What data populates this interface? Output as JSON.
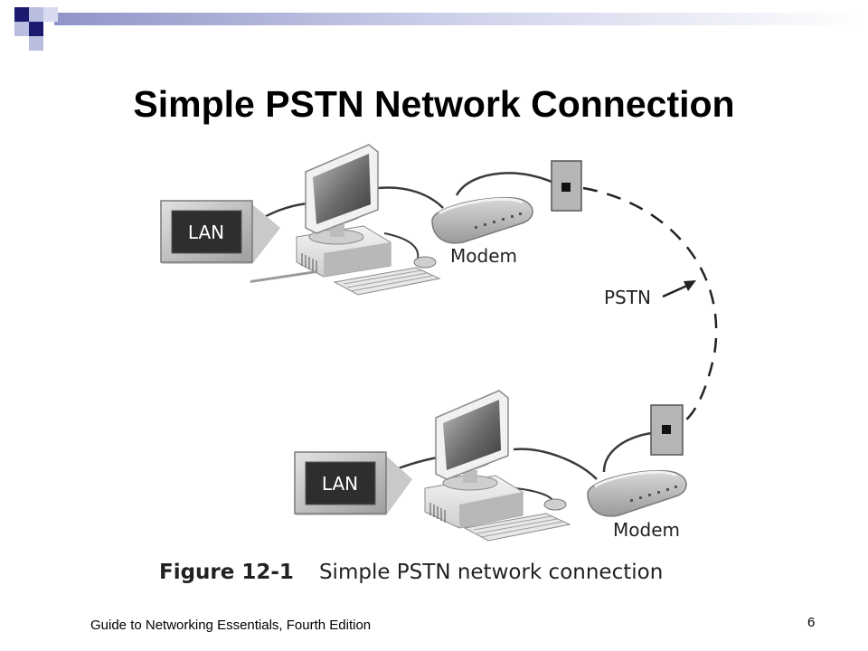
{
  "slide": {
    "title": "Simple PSTN Network Connection",
    "footer_left": "Guide to Networking Essentials, Fourth Edition",
    "page_number": "6"
  },
  "figure": {
    "number": "Figure 12-1",
    "caption": "Simple PSTN network connection",
    "labels": {
      "lan_top": "LAN",
      "lan_bottom": "LAN",
      "modem_top": "Modem",
      "modem_bottom": "Modem",
      "pstn": "PSTN"
    }
  },
  "colors": {
    "accent_dark": "#1a1a6e",
    "accent_light": "#b9bde0",
    "gray_panel": "#a8a8a8",
    "line": "#333333"
  }
}
